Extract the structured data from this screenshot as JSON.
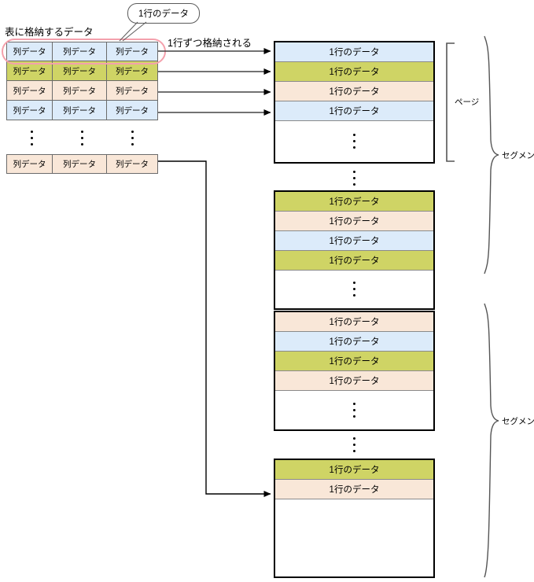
{
  "diagram": {
    "title_label": "表に格納するデータ",
    "callout_label": "1行のデータ",
    "arrow_caption": "1行ずつ格納される",
    "page_bracket_label": "ページ",
    "segment_label_1": "セグメント",
    "segment_label_2": "セグメント",
    "colors": {
      "blue": "#dcebfa",
      "olive": "#cfd465",
      "peach": "#f9e7d8",
      "white": "#ffffff",
      "highlight": "#f4a0ac",
      "box_border": "#000000",
      "cell_border": "#6b6b6b",
      "row_divider": "#8a8a8a"
    }
  },
  "source_table": {
    "cell_label": "列データ",
    "rows": [
      {
        "color": "blue",
        "cells": [
          "列データ",
          "列データ",
          "列データ"
        ]
      },
      {
        "color": "olive",
        "cells": [
          "列データ",
          "列データ",
          "列データ"
        ]
      },
      {
        "color": "peach",
        "cells": [
          "列データ",
          "列データ",
          "列データ"
        ]
      },
      {
        "color": "blue",
        "cells": [
          "列データ",
          "列データ",
          "列データ"
        ]
      }
    ],
    "last_row": {
      "color": "peach",
      "cells": [
        "列データ",
        "列データ",
        "列データ"
      ]
    }
  },
  "pages": [
    {
      "index": 1,
      "rows": [
        {
          "color": "blue",
          "label": "1行のデータ"
        },
        {
          "color": "olive",
          "label": "1行のデータ"
        },
        {
          "color": "peach",
          "label": "1行のデータ"
        },
        {
          "color": "blue",
          "label": "1行のデータ"
        }
      ],
      "empty_space": true
    },
    {
      "index": 2,
      "rows": [
        {
          "color": "olive",
          "label": "1行のデータ"
        },
        {
          "color": "peach",
          "label": "1行のデータ"
        },
        {
          "color": "blue",
          "label": "1行のデータ"
        },
        {
          "color": "olive",
          "label": "1行のデータ"
        }
      ],
      "empty_space": true
    },
    {
      "index": 3,
      "rows": [
        {
          "color": "peach",
          "label": "1行のデータ"
        },
        {
          "color": "blue",
          "label": "1行のデータ"
        },
        {
          "color": "olive",
          "label": "1行のデータ"
        },
        {
          "color": "peach",
          "label": "1行のデータ"
        }
      ],
      "empty_space": true
    },
    {
      "index": 4,
      "rows": [
        {
          "color": "olive",
          "label": "1行のデータ"
        },
        {
          "color": "peach",
          "label": "1行のデータ"
        }
      ],
      "empty_space": true
    }
  ]
}
